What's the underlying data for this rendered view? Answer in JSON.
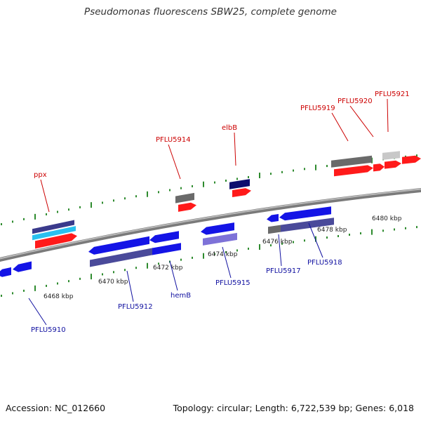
{
  "title": "Pseudomonas fluorescens SBW25, complete genome",
  "footer": {
    "accession": "Accession: NC_012660",
    "summary": "Topology: circular; Length: 6,722,539 bp; Genes: 6,018"
  },
  "colors": {
    "forward_label": "#cc0000",
    "reverse_label": "#1010a0",
    "tick": "#2e8b2e",
    "backbone": "#888888"
  },
  "kbp_ticks": [
    "6468 kbp",
    "6470 kbp",
    "6472 kbp",
    "6474 kbp",
    "6476 kbp",
    "6478 kbp",
    "6480 kbp"
  ],
  "gene_labels": {
    "forward": [
      "ppx",
      "PFLU5914",
      "elbB",
      "PFLU5919",
      "PFLU5920",
      "PFLU5921"
    ],
    "reverse": [
      "PFLU5910",
      "PFLU5912",
      "hemB",
      "PFLU5915",
      "PFLU5917",
      "PFLU5918"
    ]
  }
}
